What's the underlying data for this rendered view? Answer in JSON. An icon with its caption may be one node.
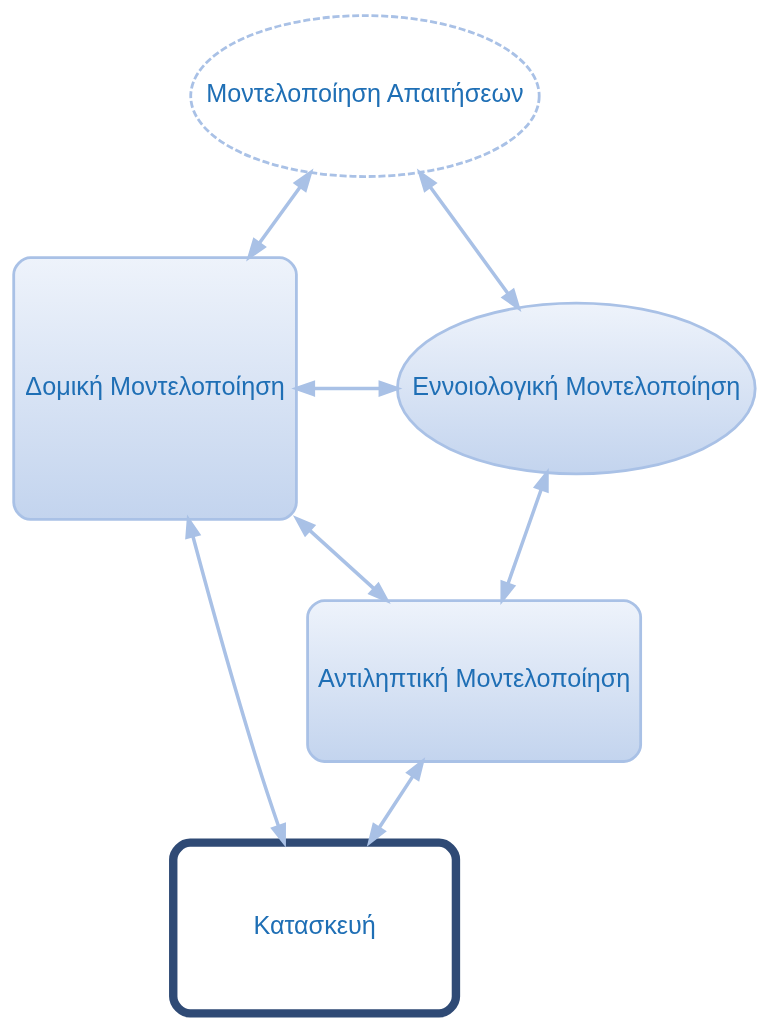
{
  "diagram": {
    "nodes": [
      {
        "text": [
          "Μοντελοποίηση Απαιτήσεων"
        ]
      },
      {
        "text": [
          "Εννοιολογική Μοντελοποίηση"
        ]
      },
      {
        "text": [
          "Δομική Μοντελοποίηση"
        ]
      },
      {
        "text": [
          "Αντιληπτική Μοντελοποίηση"
        ]
      },
      {
        "text": [
          "Κατασκευή"
        ]
      }
    ],
    "edges": [
      {
        "from": 0,
        "to": 2,
        "arrow": "both"
      },
      {
        "from": 0,
        "to": 1,
        "arrow": "both"
      },
      {
        "from": 2,
        "to": 1,
        "arrow": "both"
      },
      {
        "from": 1,
        "to": 3,
        "arrow": "both"
      },
      {
        "from": 2,
        "to": 3,
        "arrow": "both"
      },
      {
        "from": 2,
        "to": 4,
        "arrow": "both"
      },
      {
        "from": 3,
        "to": 4,
        "arrow": "both"
      }
    ]
  }
}
